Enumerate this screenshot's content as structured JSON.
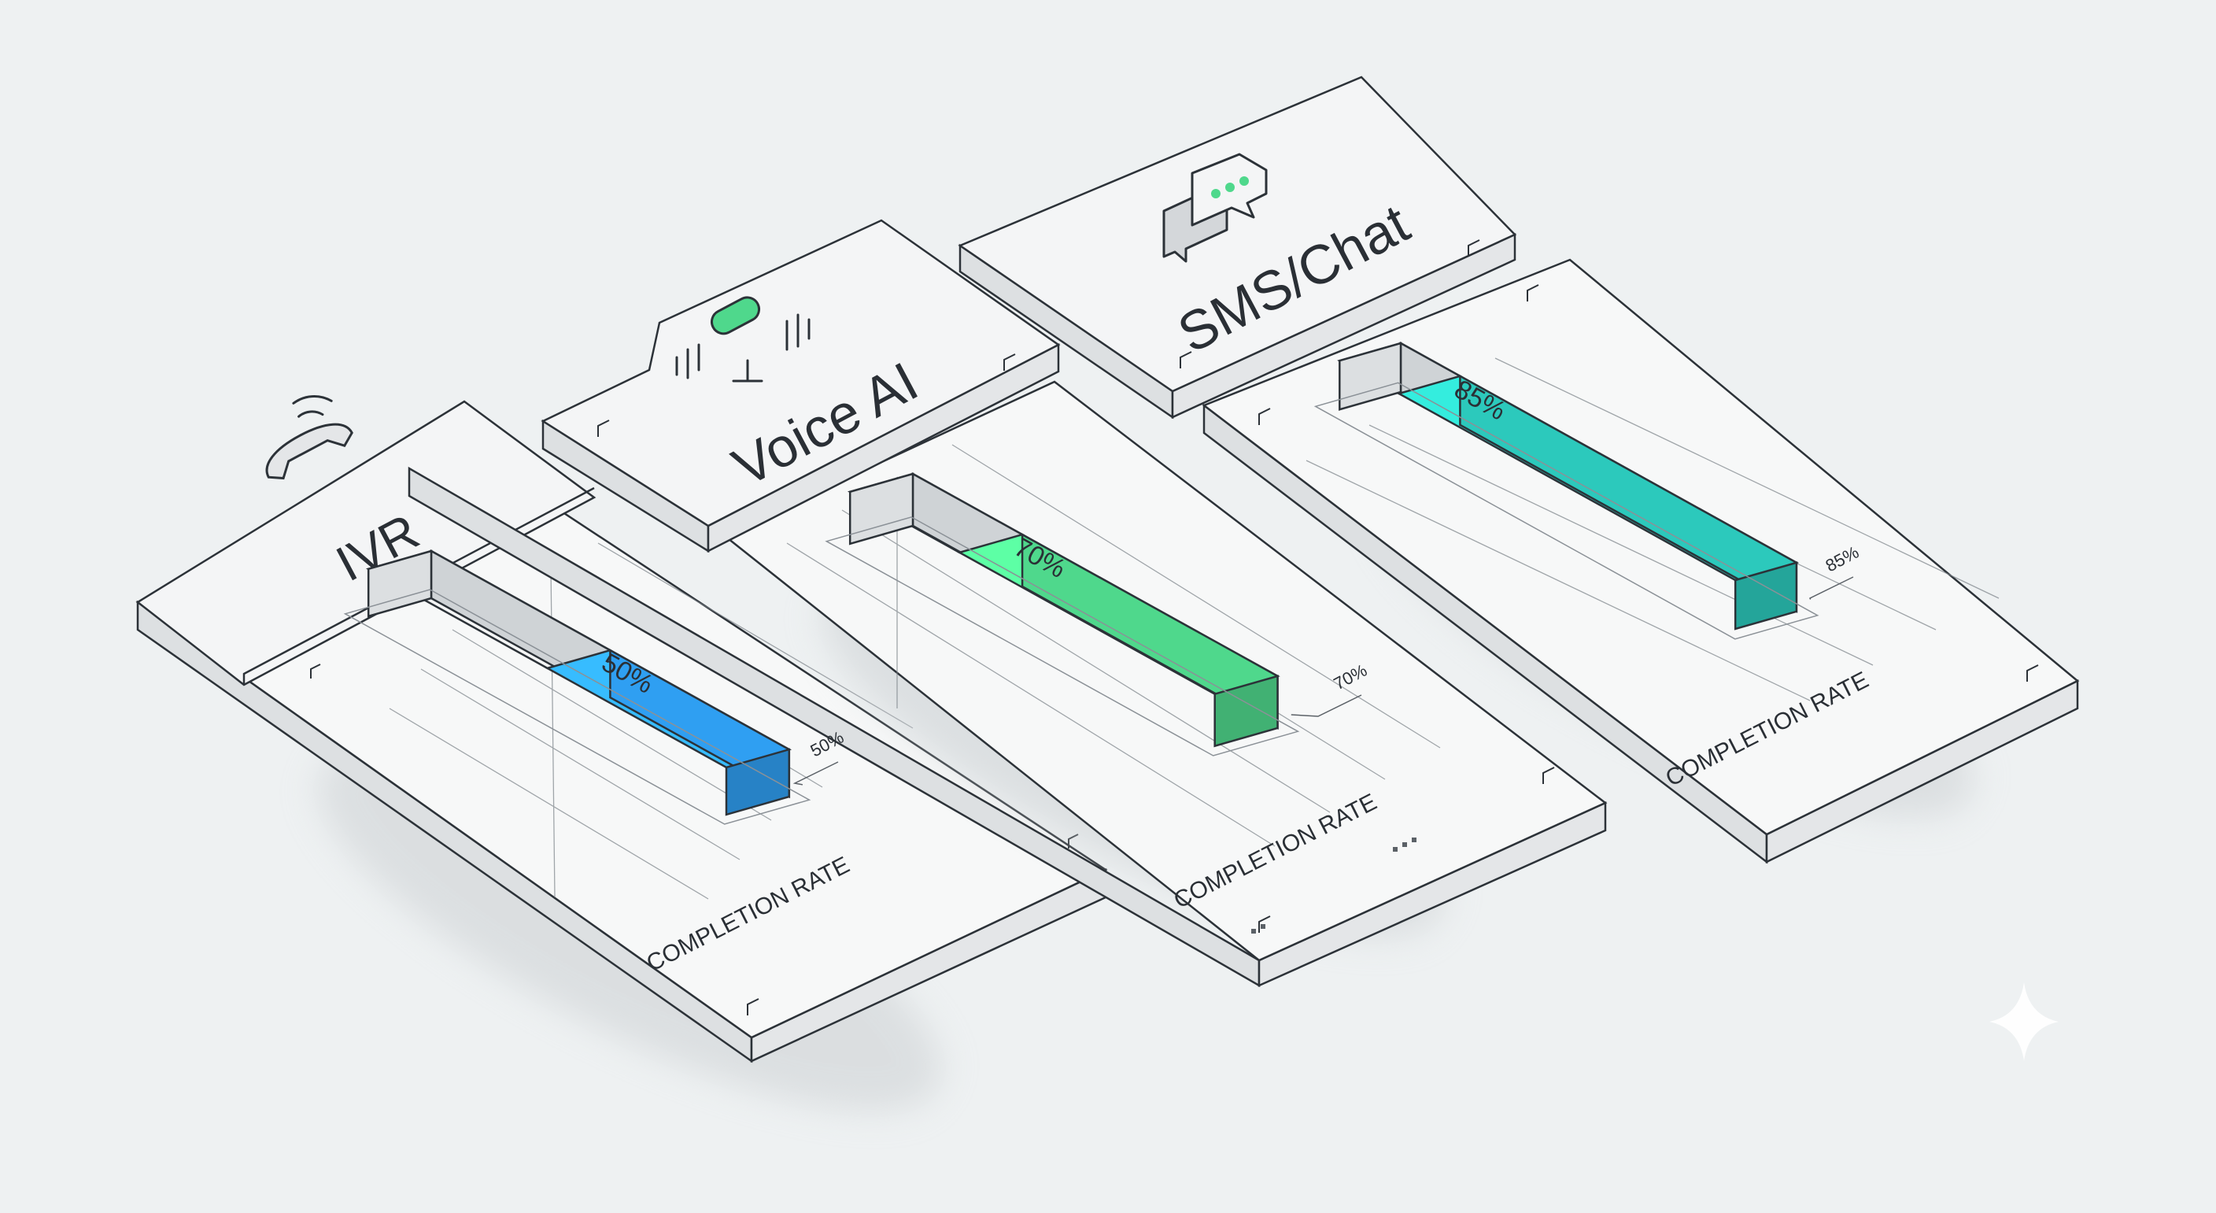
{
  "chart_data": {
    "type": "bar",
    "categories": [
      "IVR",
      "Voice AI",
      "SMS/Chat"
    ],
    "values": [
      50,
      70,
      85
    ],
    "value_labels": [
      "50%",
      "70%",
      "85%"
    ],
    "xlabel": "",
    "ylabel": "COMPLETION RATE",
    "ylim": [
      0,
      100
    ],
    "grid": true,
    "legend": "none"
  },
  "panels": [
    {
      "title": "IVR",
      "icon": "phone-icon",
      "accent": "#2f9ff2",
      "fill_level": 0.5,
      "bar_label": "50%",
      "callout_label": "50%",
      "axis_caption": "COMPLETION RATE"
    },
    {
      "title": "Voice AI",
      "icon": "microphone-icon",
      "accent": "#4fd88c",
      "fill_level": 0.7,
      "bar_label": "70%",
      "callout_label": "70%",
      "axis_caption": "COMPLETION RATE"
    },
    {
      "title": "SMS/Chat",
      "icon": "chat-bubbles-icon",
      "accent": "#2cc9bc",
      "fill_level": 0.85,
      "bar_label": "85%",
      "callout_label": "85%",
      "axis_caption": "COMPLETION RATE"
    }
  ],
  "colors": {
    "background": "#eef1f2",
    "panel_top": "#f7f8f8",
    "panel_side": "#dde0e2",
    "line": "#2c3238",
    "empty_top": "#f4f5f5",
    "empty_side_left": "#dcdfe1",
    "empty_front": "#cfd3d6",
    "text": "#2a2f35"
  }
}
